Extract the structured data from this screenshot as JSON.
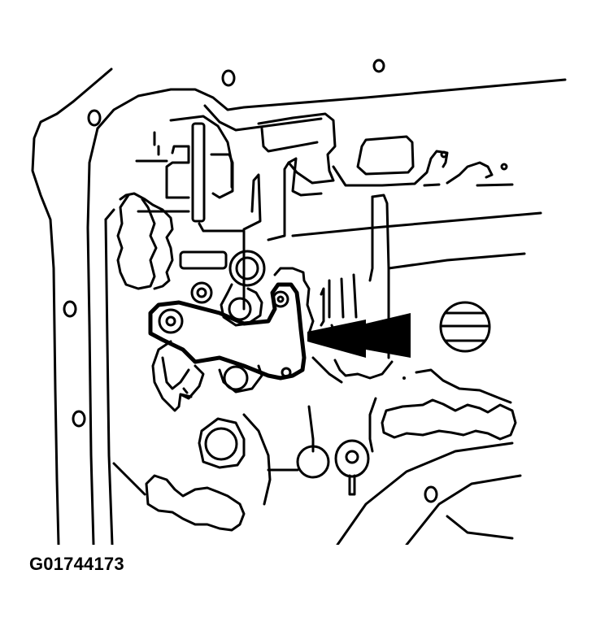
{
  "figure": {
    "id_label": "G01744173",
    "description": "Valve body line drawing with arrow indicating detent spring bracket",
    "colors": {
      "line": "#000000",
      "background": "#ffffff"
    },
    "callout": {
      "type": "arrow",
      "direction": "left",
      "icon": "arrow-left-icon"
    }
  }
}
